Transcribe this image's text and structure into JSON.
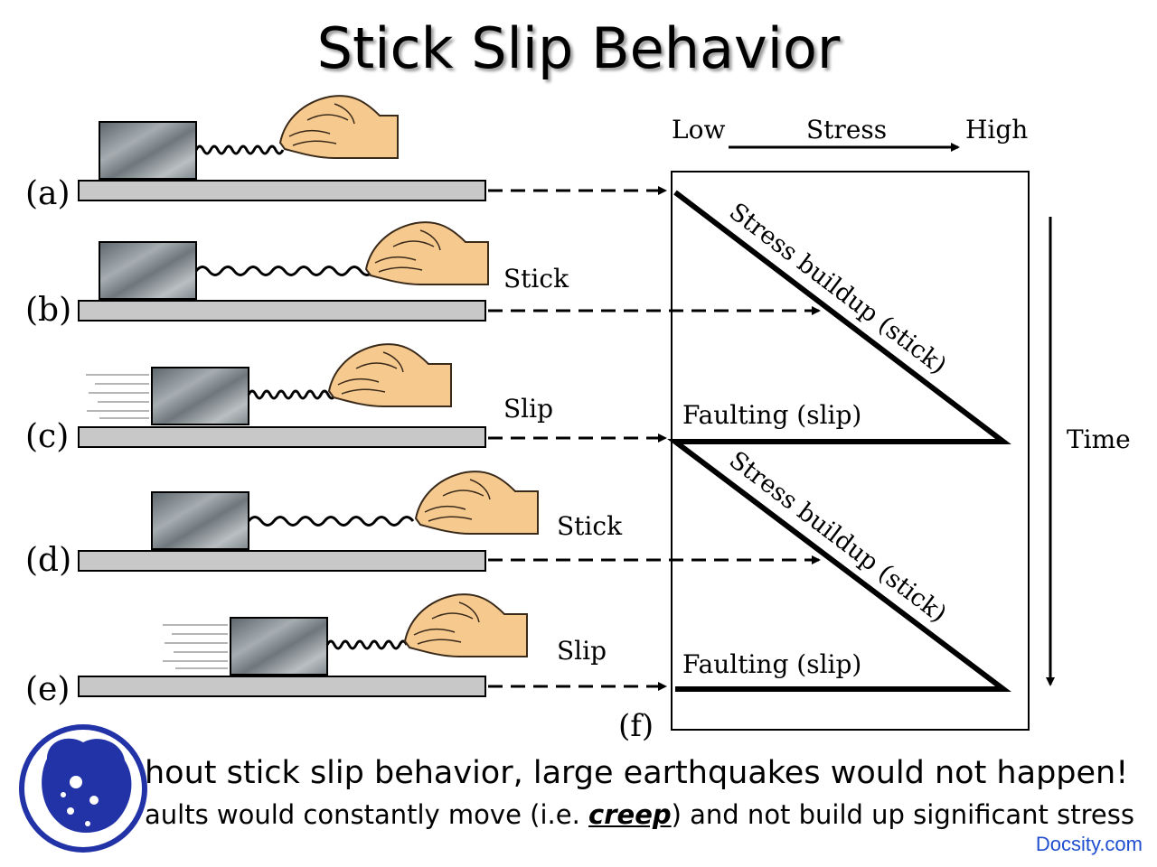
{
  "title": "Stick Slip Behavior",
  "panels": [
    {
      "label": "(a)",
      "state": ""
    },
    {
      "label": "(b)",
      "state": "Stick"
    },
    {
      "label": "(c)",
      "state": "Slip"
    },
    {
      "label": "(d)",
      "state": "Stick"
    },
    {
      "label": "(e)",
      "state": "Slip"
    }
  ],
  "graph": {
    "label": "(f)",
    "stress_low": "Low",
    "stress_title": "Stress",
    "stress_high": "High",
    "time_label": "Time",
    "buildup_label": "Stress buildup (stick)",
    "fault_label": "Faulting (slip)"
  },
  "bullets": {
    "line1": "hout stick slip behavior, large earthquakes would not happen!",
    "line2_pre": "aults would constantly move (i.e. ",
    "line2_em": "creep",
    "line2_post": ") and not build up significant stress"
  },
  "watermark": "Docsity.com",
  "colors": {
    "logo_blue": "#2233a8",
    "ruler": "#c8c8c8",
    "block": "#7a8288"
  }
}
